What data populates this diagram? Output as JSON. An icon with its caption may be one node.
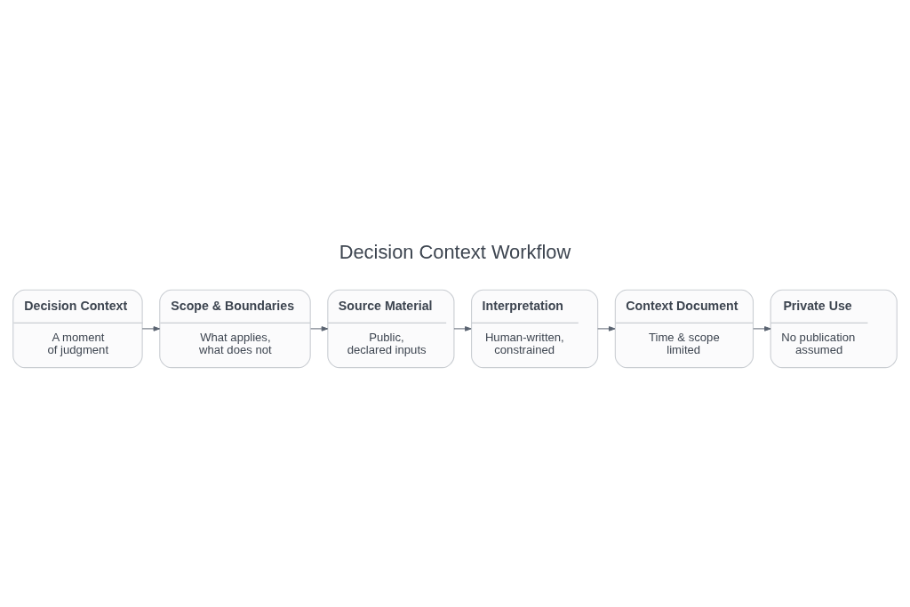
{
  "diagram": {
    "title": "Decision Context Workflow",
    "nodes": [
      {
        "text": [
          "Decision Context",
          "A moment of judgment"
        ]
      },
      {
        "text": [
          "Scope & Boundaries",
          "What applies, what does not"
        ]
      },
      {
        "text": [
          "Source Material",
          "Public, declared inputs"
        ]
      },
      {
        "text": [
          "Interpretation",
          "Human-written, constrained"
        ]
      },
      {
        "text": [
          "Context Document",
          "Time & scope limited"
        ]
      },
      {
        "text": [
          "Private Use",
          "No publication assumed"
        ]
      }
    ],
    "edges": [
      {
        "from": 0,
        "to": 1,
        "arrow": "to"
      },
      {
        "from": 1,
        "to": 2,
        "arrow": "to"
      },
      {
        "from": 2,
        "to": 3,
        "arrow": "to"
      },
      {
        "from": 3,
        "to": 4,
        "arrow": "to"
      },
      {
        "from": 4,
        "to": 5,
        "arrow": "to"
      }
    ]
  }
}
